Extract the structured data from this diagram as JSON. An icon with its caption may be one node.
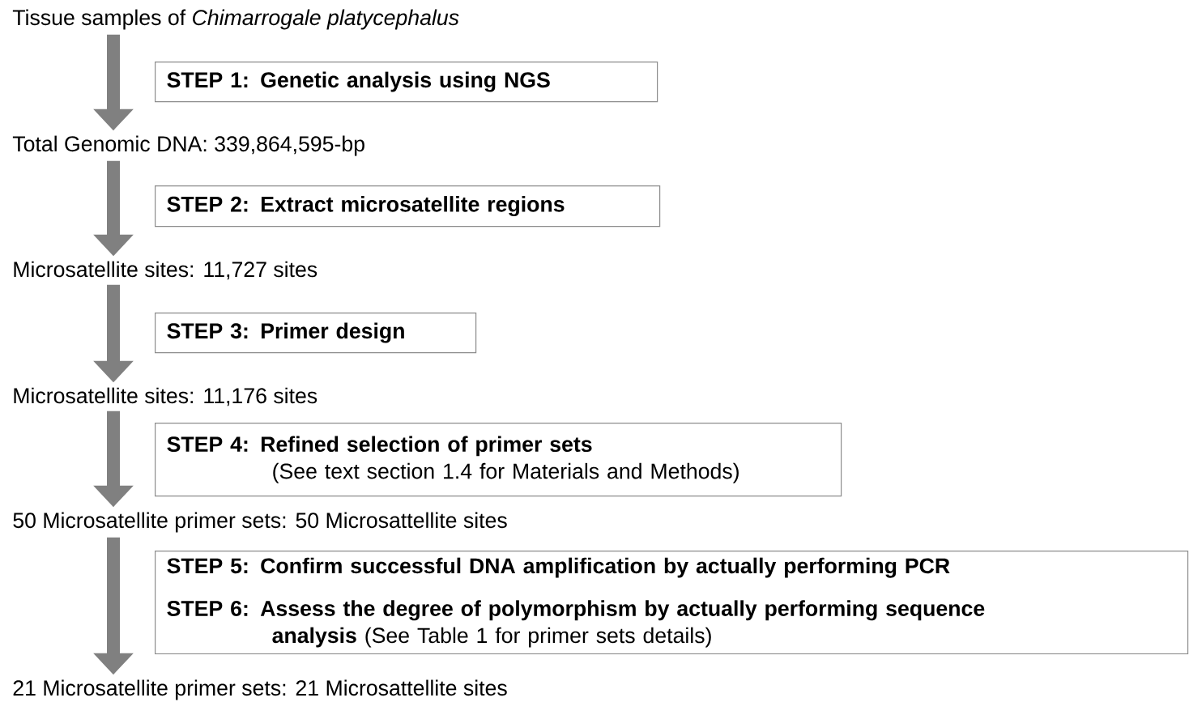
{
  "diagram": {
    "nodes": [
      {
        "text": [
          "Tissue samples of *Chimarrogale platycephalus*"
        ]
      },
      {
        "text": [
          "STEP 1: Genetic analysis using NGS"
        ]
      },
      {
        "text": [
          "Total Genomic DNA: 339,864,595-bp"
        ]
      },
      {
        "text": [
          "STEP 2: Extract microsatellite regions"
        ]
      },
      {
        "text": [
          "Microsatellite sites: 11,727 sites"
        ]
      },
      {
        "text": [
          "STEP 3: Primer design"
        ]
      },
      {
        "text": [
          "Microsatellite sites: 11,176 sites"
        ]
      },
      {
        "text": [
          "STEP 4: Refined selection of primer sets",
          "(See text section 1.4 for Materials and Methods)"
        ]
      },
      {
        "text": [
          "50 Microsatellite primer sets: 50 Microsattellite sites"
        ]
      },
      {
        "text": [
          "STEP 5: Confirm successful DNA amplification by actually performing PCR",
          "**STEP 6: Assess the degree of polymorphism by actually performing sequence analysis** (See Table 1 for primer sets details)"
        ]
      },
      {
        "text": [
          "21 Microsatellite primer sets: 21 Microsattellite sites"
        ]
      }
    ],
    "edges": [
      {
        "from": 0,
        "to": 2,
        "arrow": "to"
      },
      {
        "from": 2,
        "to": 4,
        "arrow": "to"
      },
      {
        "from": 4,
        "to": 6,
        "arrow": "to"
      },
      {
        "from": 6,
        "to": 8,
        "arrow": "to"
      },
      {
        "from": 8,
        "to": 10,
        "arrow": "to"
      }
    ]
  }
}
